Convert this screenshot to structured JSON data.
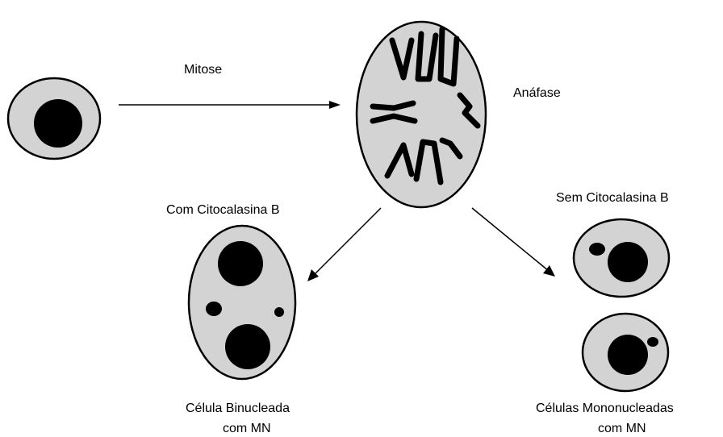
{
  "labels": {
    "mitose": "Mitose",
    "anafase": "Anáfase",
    "com_cito": "Com Citocalasina B",
    "sem_cito": "Sem Citocalasina B",
    "binucleada_line1": "Célula Binucleada",
    "binucleada_line2": "com MN",
    "mononucleadas_line1": "Células Mononucleadas",
    "mononucleadas_line2": "com MN"
  },
  "colors": {
    "cell_fill": "#d3d3d3",
    "nucleus": "#000000",
    "outline": "#000000"
  }
}
